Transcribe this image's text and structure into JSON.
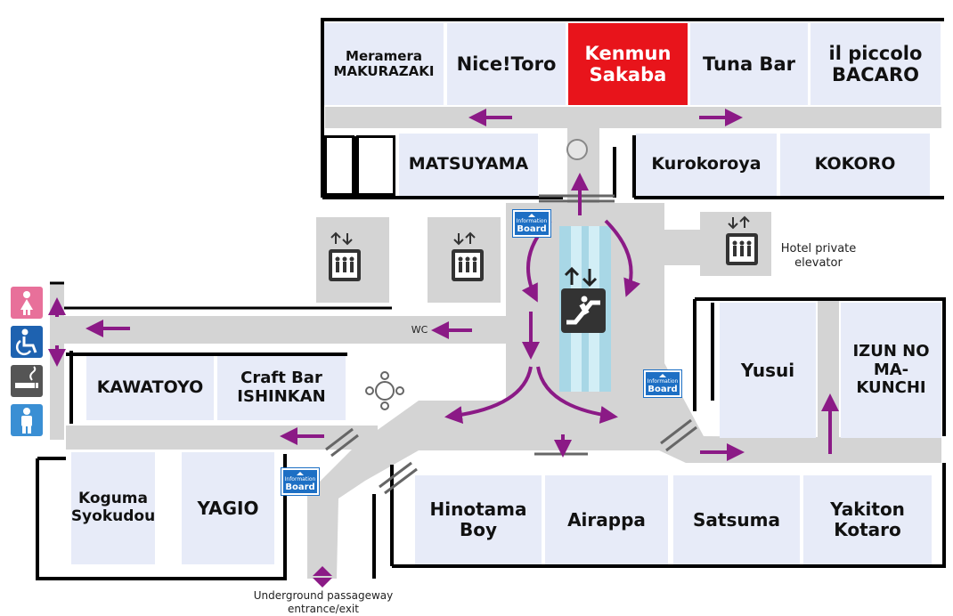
{
  "colors": {
    "shop_fill": "#e7ebf8",
    "highlight": "#e8141b",
    "arrow": "#8b1a86",
    "corridor": "#d4d4d4",
    "board": "#1d6fc4",
    "women": "#e8709a",
    "accessible": "#1e62b0",
    "smoking": "#555555",
    "men": "#3a8fd4"
  },
  "shops": {
    "meramera": "Meramera\nMAKURAZAKI",
    "nicetoro": "Nice!Toro",
    "kenmun": "Kenmun\nSakaba",
    "tunabar": "Tuna Bar",
    "piccolo": "il piccolo\nBACARO",
    "matsuyama": "MATSUYAMA",
    "kurokoroya": "Kurokoroya",
    "kokoro": "KOKORO",
    "kawatoyo": "KAWATOYO",
    "craftbar": "Craft Bar\nISHINKAN",
    "yusui": "Yusui",
    "izun": "IZUN NO\nMA-KUNCHI",
    "koguma": "Koguma\nSyokudou",
    "yagio": "YAGIO",
    "hinotama": "Hinotama\nBoy",
    "airappa": "Airappa",
    "satsuma": "Satsuma",
    "yakiton": "Yakiton\nKotaro"
  },
  "labels": {
    "wc": "WC",
    "hotel_elevator": "Hotel private\nelevator",
    "underground": "Underground passageway\nentrance/exit"
  },
  "info_board": {
    "line1": "Information",
    "line2": "Board"
  },
  "icons": [
    "elevator-icon",
    "escalator-icon",
    "women-restroom-icon",
    "accessible-restroom-icon",
    "smoking-area-icon",
    "men-restroom-icon",
    "info-board-icon"
  ]
}
